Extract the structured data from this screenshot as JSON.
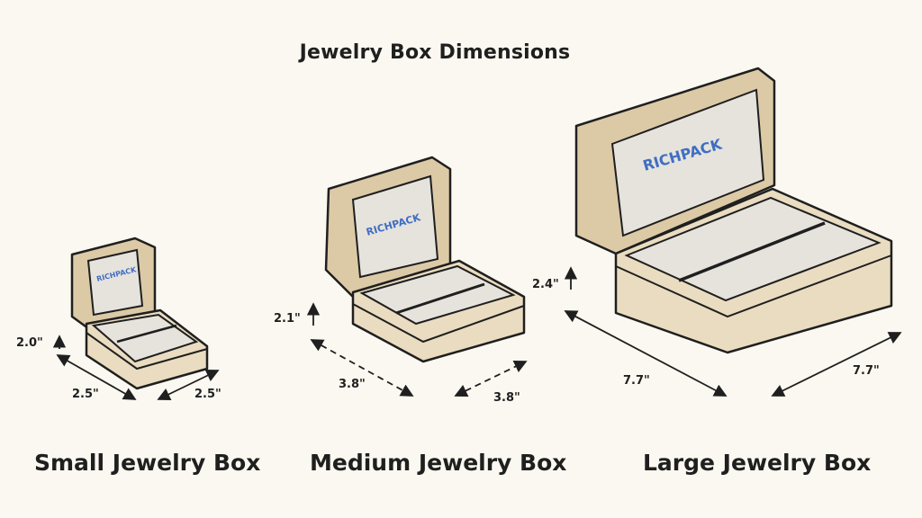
{
  "title": "Jewelry Box Dimensions",
  "colors": {
    "background": "#fbf8f1",
    "box_body": "#eadcc0",
    "box_shade": "#dcc9a6",
    "cushion": "#e6e3dd",
    "outline": "#1f1f1f",
    "brand_text": "#3f6ec2"
  },
  "boxes": [
    {
      "name": "Small Jewelry Box",
      "brand": "RICHPACK",
      "height": "2.0\"",
      "length": "2.5\"",
      "width": "2.5\""
    },
    {
      "name": "Medium Jewelry Box",
      "brand": "RICHPACK",
      "height": "2.1\"",
      "length": "3.8\"",
      "width": "3.8\""
    },
    {
      "name": "Large Jewelry Box",
      "brand": "RICHPACK",
      "height": "2.4\"",
      "length": "7.7\"",
      "width": "7.7\""
    }
  ]
}
